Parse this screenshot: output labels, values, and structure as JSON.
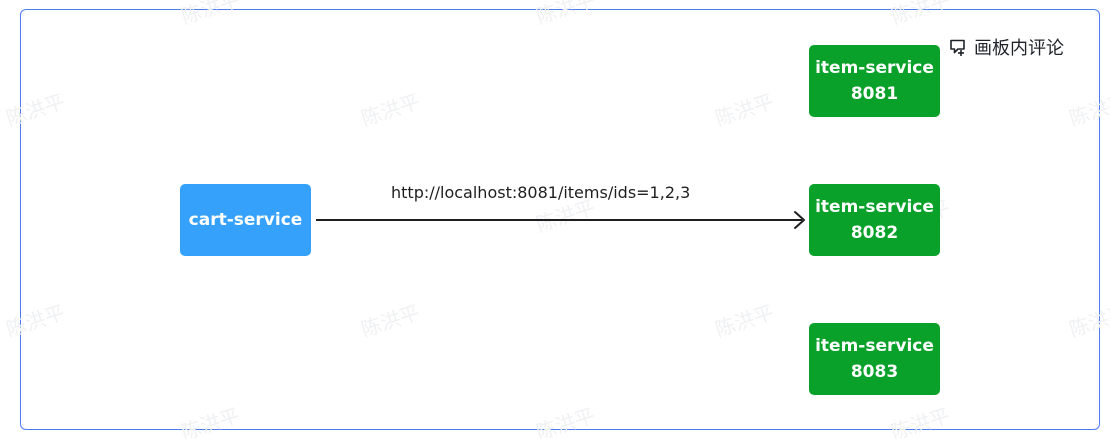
{
  "watermark": {
    "text": "陈洪平"
  },
  "toolbar": {
    "comment_label": "画板内评论",
    "comment_icon": "comment-add-icon"
  },
  "nodes": {
    "cart_service": {
      "line1": "cart-service"
    },
    "item_service_8081": {
      "line1": "item-service",
      "line2": "8081"
    },
    "item_service_8082": {
      "line1": "item-service",
      "line2": "8082"
    },
    "item_service_8083": {
      "line1": "item-service",
      "line2": "8083"
    }
  },
  "edge": {
    "label": "http://localhost:8081/items/ids=1,2,3"
  },
  "colors": {
    "board_border": "#4d7cf0",
    "cart_service": "#35a1fb",
    "item_service": "#09a12a",
    "edge": "#1f1f1f",
    "watermark": "#f0f1f3"
  }
}
